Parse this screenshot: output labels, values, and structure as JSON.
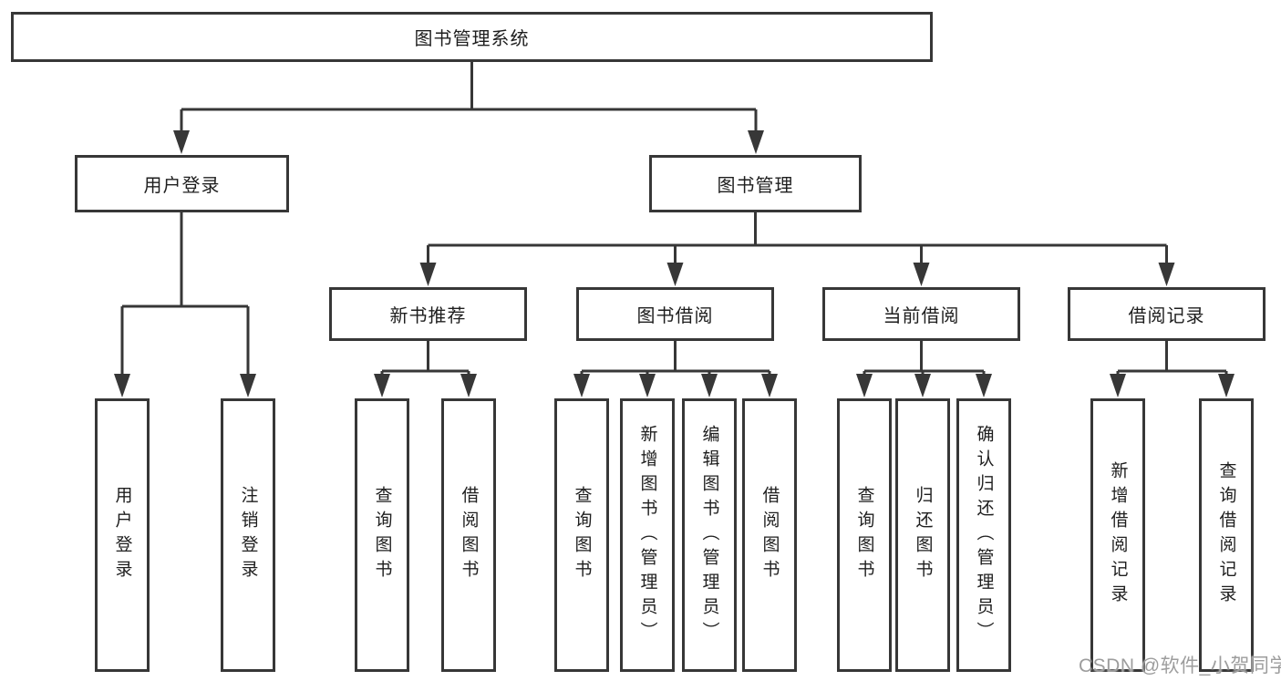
{
  "diagram": {
    "title": "图书管理系统",
    "colors": {
      "line": "#373737",
      "box_border": "#373737",
      "text": "#1e1e1e",
      "background": "#ffffff",
      "watermark": "#9d9d9d"
    },
    "nodes": {
      "root": {
        "label": "图书管理系统"
      },
      "level2": [
        {
          "label": "用户登录",
          "parent": "图书管理系统"
        },
        {
          "label": "图书管理",
          "parent": "图书管理系统"
        }
      ],
      "level3": [
        {
          "label": "新书推荐",
          "parent": "图书管理"
        },
        {
          "label": "图书借阅",
          "parent": "图书管理"
        },
        {
          "label": "当前借阅",
          "parent": "图书管理"
        },
        {
          "label": "借阅记录",
          "parent": "图书管理"
        }
      ],
      "leaves": [
        {
          "label": "用户登录",
          "parent": "用户登录"
        },
        {
          "label": "注销登录",
          "parent": "用户登录"
        },
        {
          "label": "查询图书",
          "parent": "新书推荐"
        },
        {
          "label": "借阅图书",
          "parent": "新书推荐"
        },
        {
          "label": "查询图书",
          "parent": "图书借阅"
        },
        {
          "label": "新增图书（管理员）",
          "parent": "图书借阅"
        },
        {
          "label": "编辑图书（管理员）",
          "parent": "图书借阅"
        },
        {
          "label": "借阅图书",
          "parent": "图书借阅"
        },
        {
          "label": "查询图书",
          "parent": "当前借阅"
        },
        {
          "label": "归还图书",
          "parent": "当前借阅"
        },
        {
          "label": "确认归还（管理员）",
          "parent": "当前借阅"
        },
        {
          "label": "新增借阅记录",
          "parent": "借阅记录"
        },
        {
          "label": "查询借阅记录",
          "parent": "借阅记录"
        }
      ]
    },
    "watermark": "CSDN @软件_小贺同学"
  }
}
